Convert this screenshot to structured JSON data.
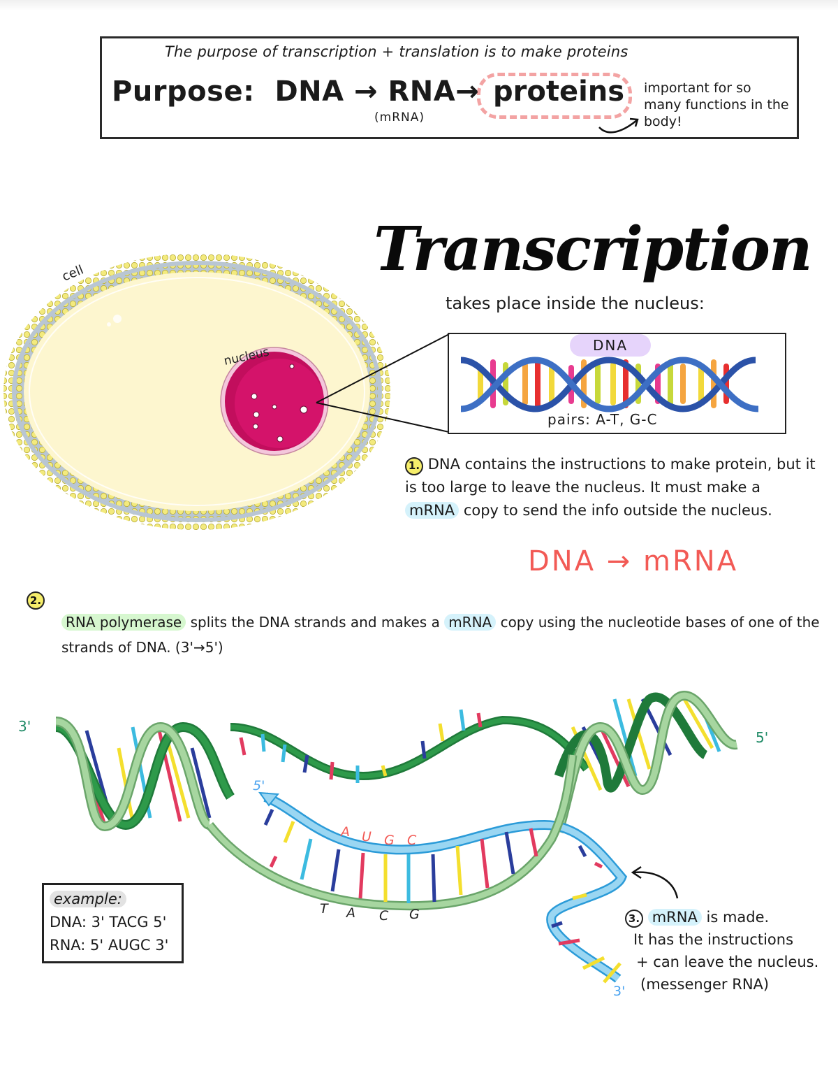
{
  "purpose_box": {
    "subtitle": "The purpose of transcription + translation is to make proteins",
    "label": "Purpose:",
    "flow": [
      "DNA",
      "→",
      "RNA",
      "→",
      "proteins"
    ],
    "rna_note": "(mRNA)",
    "side_note": "important for so many functions in the body!"
  },
  "transcription": {
    "title": "Transcription",
    "location": "takes place inside the nucleus:",
    "cell_label": "cell",
    "nucleus_label": "nucleus",
    "dna_inset": {
      "label": "DNA",
      "pairs": "pairs: A-T, G-C"
    }
  },
  "step1": {
    "number": "1.",
    "text_a": "DNA contains the instructions to make protein, but it is too large to leave the nucleus. It must make a",
    "highlight": "mRNA",
    "text_b": "copy to send the info outside the nucleus.",
    "formula": "DNA → mRNA"
  },
  "step2": {
    "number": "2.",
    "highlight_enzyme": "RNA polymerase",
    "text_a": "splits the DNA strands and makes a",
    "highlight_mrna": "mRNA",
    "text_b": "copy using the nucleotide bases of one of the strands of DNA.  (3'→5')"
  },
  "diagram": {
    "dna_left_end": "3'",
    "dna_right_end": "5'",
    "rna_start": "5'",
    "rna_end": "3'",
    "rna_bases": [
      "A",
      "U",
      "G",
      "C"
    ],
    "dna_bases": [
      "T",
      "A",
      "C",
      "G"
    ]
  },
  "example": {
    "title": "example:",
    "dna": "DNA: 3' TACG 5'",
    "rna": "RNA: 5' AUGC 3'"
  },
  "step3": {
    "number": "3.",
    "highlight": "mRNA",
    "line1_rest": "is made.",
    "line2": "It has the instructions",
    "line3": "+ can leave the nucleus.",
    "line4": "(messenger RNA)"
  },
  "colors": {
    "proteins_cloud": "#f3a3a3",
    "formula_red": "#f25a55",
    "highlight_blue": "#d5f2fb",
    "highlight_green": "#d6f7cf",
    "dna_pill": "#e6d4fb",
    "number_yellow": "#f6ee6a",
    "cell_fill": "#fdf6cf",
    "nucleus": "#d4136a",
    "prime_green": "#1f8a66",
    "prime_blue": "#4aa3f0"
  }
}
